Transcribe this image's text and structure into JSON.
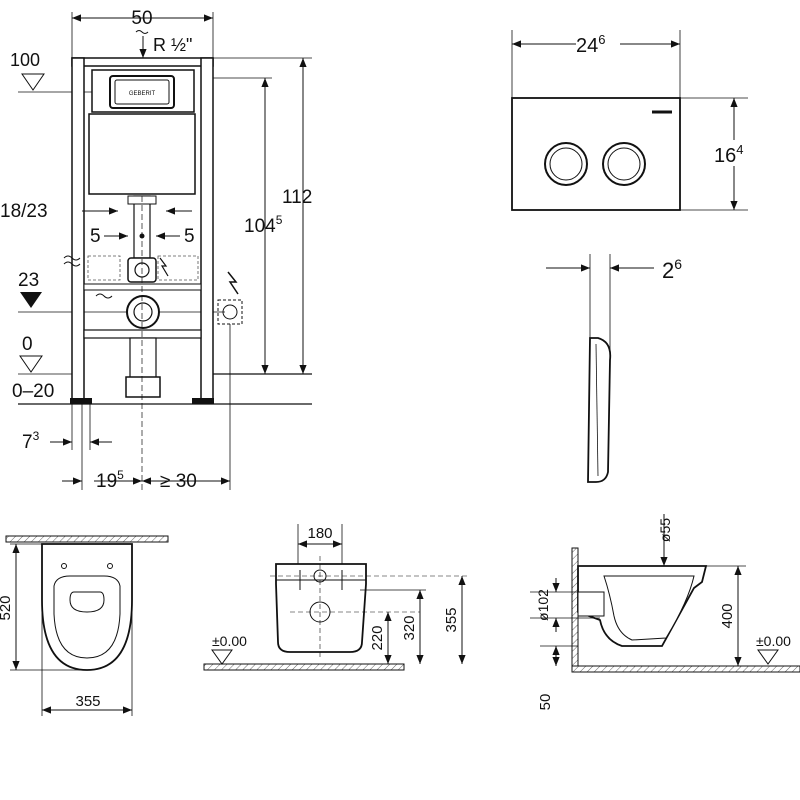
{
  "frame_drawing": {
    "width_dim": "50",
    "supply": "R ½\"",
    "level_100": "100",
    "total_height": "112",
    "frame_height_base": "104",
    "frame_height_sup": "5",
    "pipe_range": "18/23",
    "offset_left": "5",
    "offset_right": "5",
    "level_23": "23",
    "level_0": "0",
    "level_range": "0–20",
    "foot_base": "7",
    "foot_sup": "3",
    "outlet_base": "19",
    "outlet_sup": "5",
    "clearance": "≥ 30",
    "brand": "GEBERIT"
  },
  "flush_plate": {
    "width_base": "24",
    "width_sup": "6",
    "height_base": "16",
    "height_sup": "4",
    "depth_base": "2",
    "depth_sup": "6"
  },
  "bowl_top": {
    "depth": "520",
    "width": "355"
  },
  "bowl_front": {
    "top_width": "180",
    "h1": "220",
    "h2": "320",
    "h3": "355",
    "floor": "±0.00"
  },
  "bowl_side": {
    "inlet": "ø55",
    "outlet": "ø102",
    "height": "400",
    "floor": "±0.00",
    "offset": "50"
  }
}
